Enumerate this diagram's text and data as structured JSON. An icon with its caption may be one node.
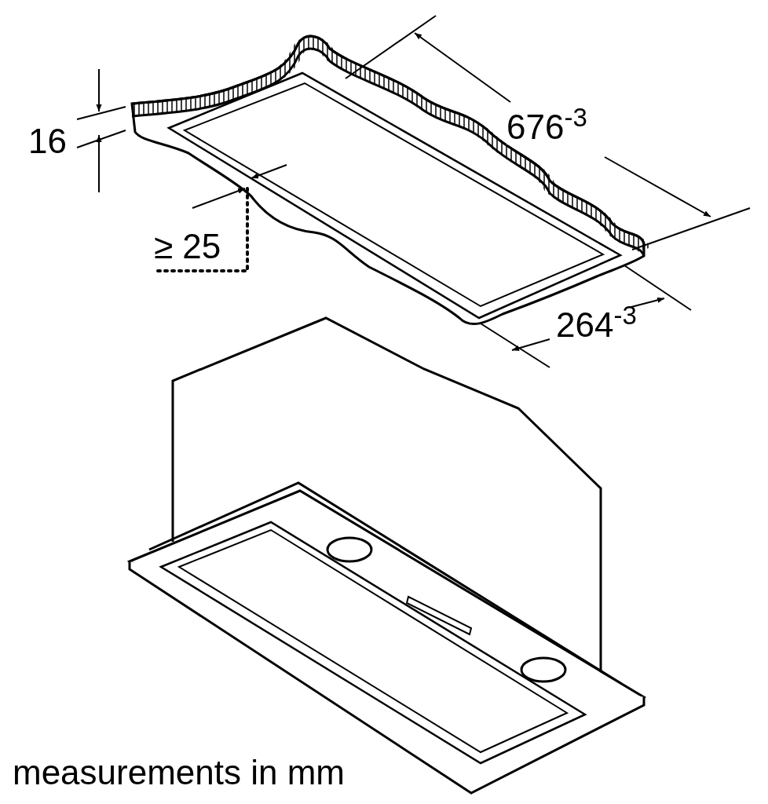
{
  "diagram": {
    "caption": "measurements in mm",
    "labels": [
      "16",
      "676$^{-3}$",
      "≥ 25",
      "264$^{-3}$"
    ]
  }
}
